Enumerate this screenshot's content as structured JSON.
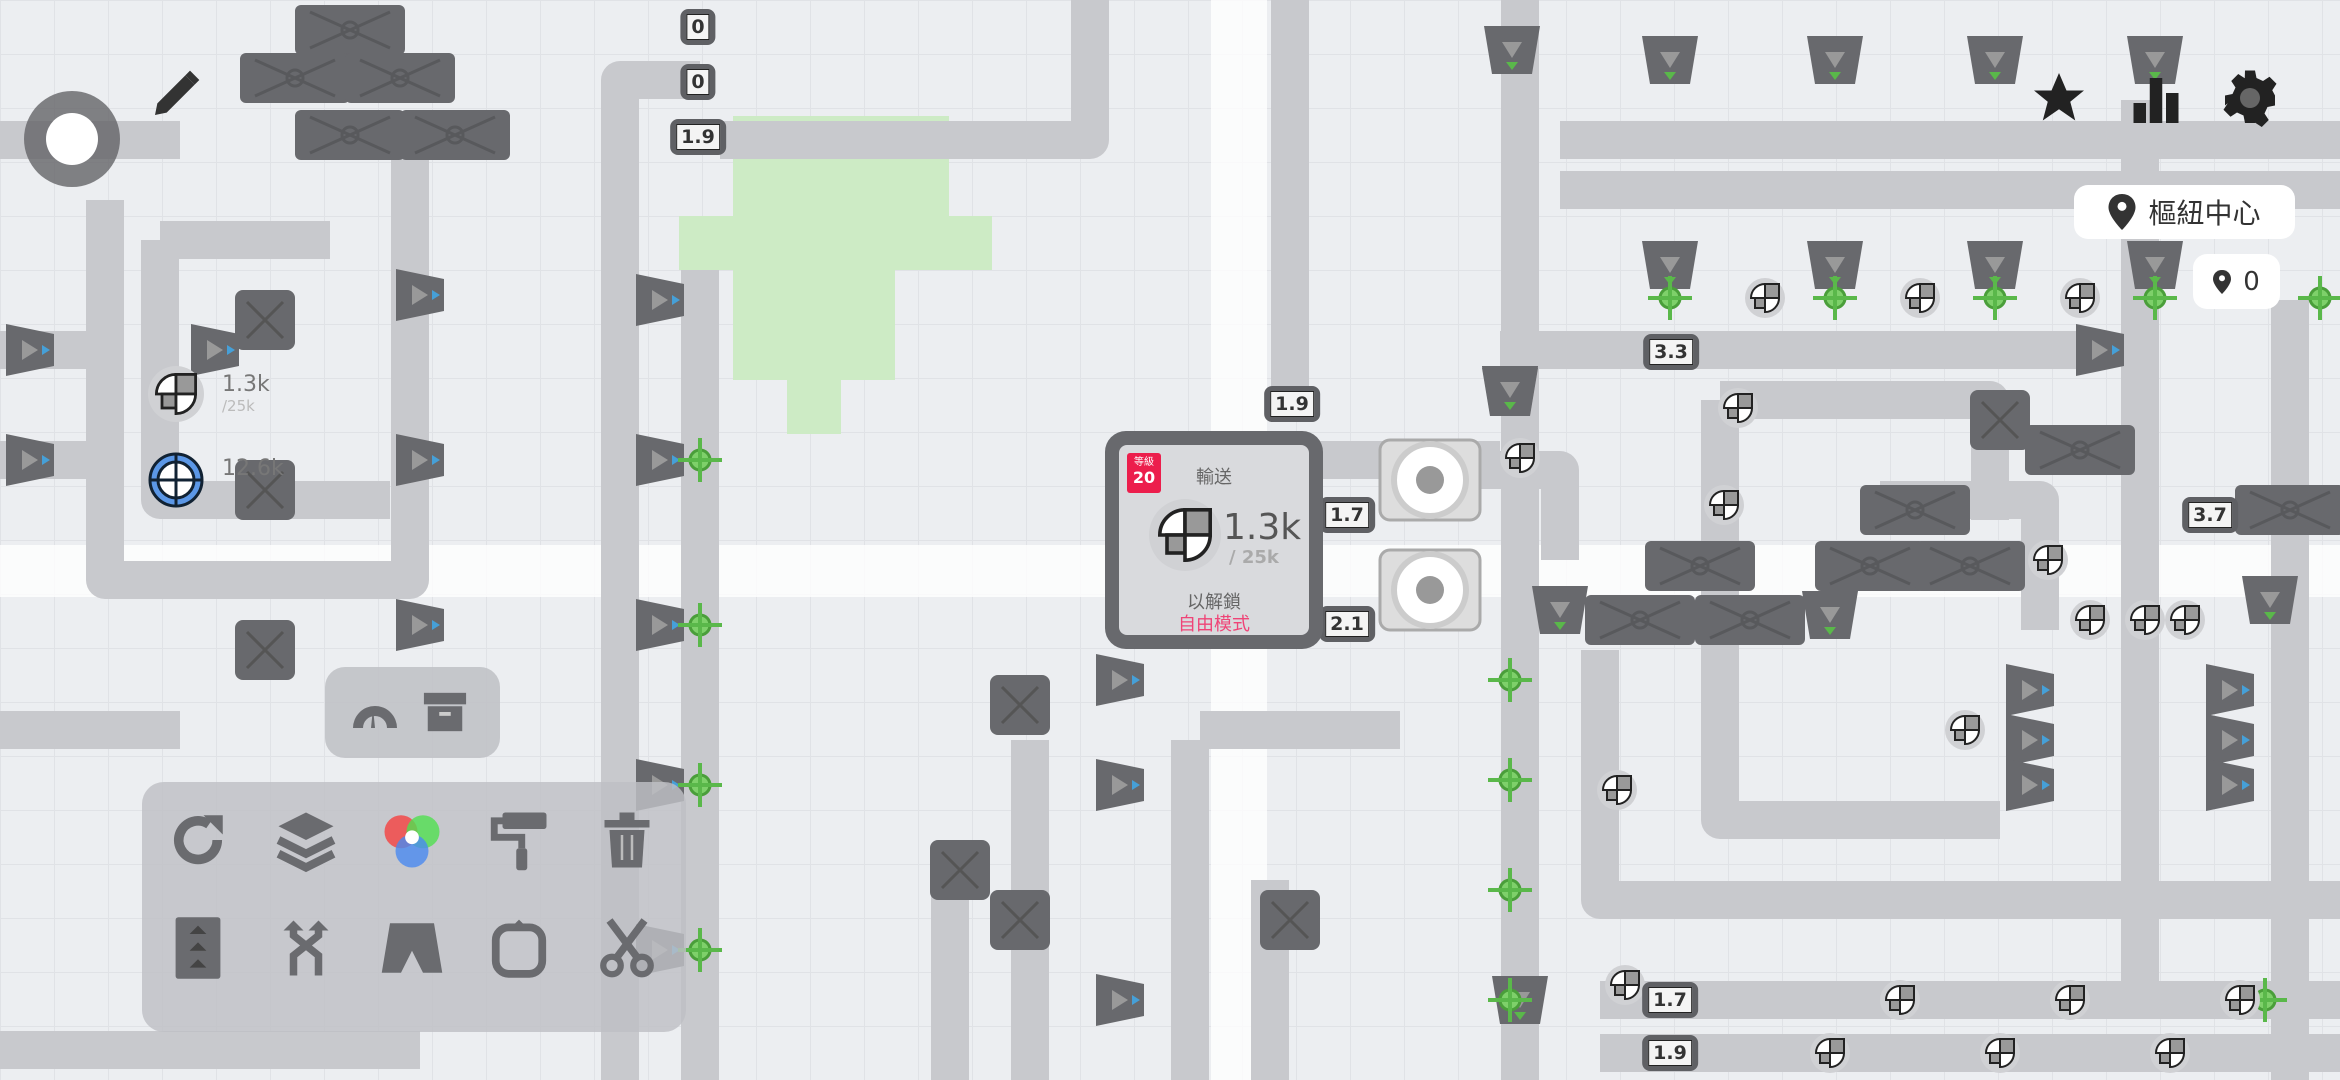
{
  "hub": {
    "rank_label": "等級",
    "rank": "20",
    "title": "輸送",
    "amount": "1.3k",
    "goal": "/ 25k",
    "unlock_label": "以解鎖",
    "reward": "自由模式"
  },
  "location": {
    "name": "樞紐中心",
    "marker_count": "0"
  },
  "belt_labels": [
    "0",
    "0",
    "1.9",
    "1.9",
    "1.7",
    "2.1",
    "3.3",
    "3.7",
    "1.7",
    "1.9"
  ],
  "shape_tooltips": [
    {
      "amount": "1.3k",
      "goal": "/25k"
    },
    {
      "amount": "12.6k"
    }
  ],
  "hud": {
    "top_right": [
      "star-icon",
      "stats-icon",
      "settings-icon"
    ],
    "top_left": [
      "joystick",
      "pencil-icon"
    ]
  },
  "toolbar": {
    "row1": [
      "rotate-icon",
      "layers-icon",
      "color-mixer-icon",
      "painter-icon",
      "trash-icon"
    ],
    "row2": [
      "belt-lift-icon",
      "swapper-icon",
      "tunnel-icon",
      "rotator-icon",
      "cutter-icon"
    ],
    "sub": [
      "speedometer-icon",
      "storage-box-icon"
    ]
  },
  "colors": {
    "accent": "#ec1e4c",
    "reward": "#ef4477",
    "belt": "#c8c9cd",
    "machine": "#68696d",
    "green": "#5ab84a",
    "blue": "#46a0d8"
  }
}
